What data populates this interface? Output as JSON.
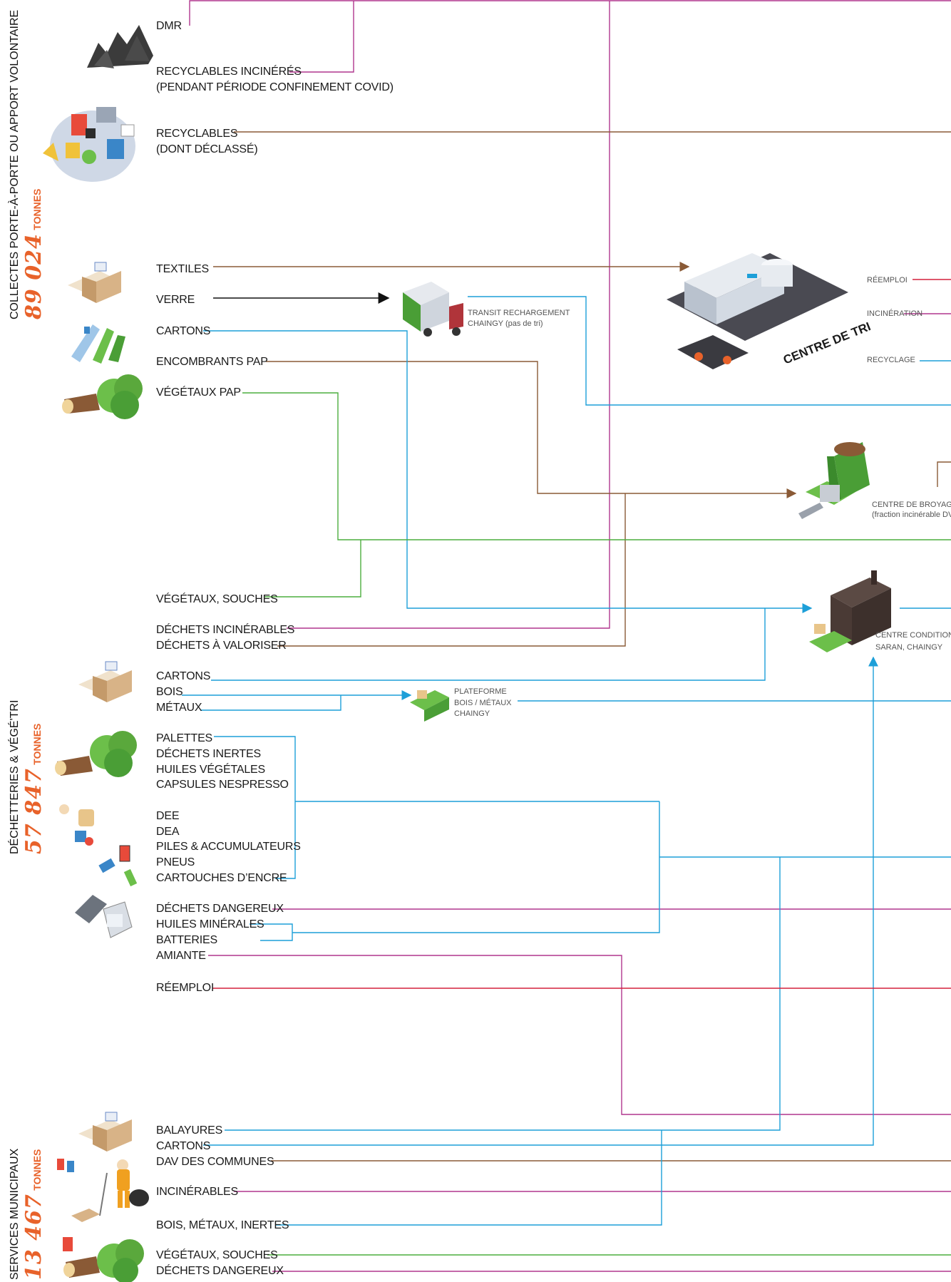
{
  "colors": {
    "magenta": "#b0378e",
    "brown": "#8a5a36",
    "blue": "#1d9fd8",
    "green": "#4cae3f",
    "red": "#d4203c",
    "orange": "#e8622a"
  },
  "sections": {
    "collectes": {
      "title": "COLLECTES PORTE-À-PORTE OU APPORT VOLONTAIRE",
      "amount": "89 024",
      "unit": "TONNES"
    },
    "decheteries": {
      "title": "DÉCHETTERIES & VÉGÉ'TRI",
      "amount": "57 847",
      "unit": "TONNES"
    },
    "services": {
      "title": "SERVICES MUNICIPAUX",
      "amount": "13 467",
      "unit": "TONNES"
    }
  },
  "labels": {
    "dmr": "DMR",
    "recy_incin_1": "RECYCLABLES INCINÉRÉS",
    "recy_incin_2": "(PENDANT PÉRIODE CONFINEMENT COVID)",
    "recyclables_1": "RECYCLABLES",
    "recyclables_2": "(DONT DÉCLASSÉ)",
    "textiles": "TEXTILES",
    "verre": "VERRE",
    "cartons_pap": "CARTONS",
    "encombrants": "ENCOMBRANTS PAP",
    "vegetaux_pap": "VÉGÉTAUX PAP",
    "vegetaux_souches": "VÉGÉTAUX, SOUCHES",
    "dechets_incin": "DÉCHETS INCINÉRABLES",
    "dechets_valo": "DÉCHETS À VALORISER",
    "cartons_dech": "CARTONS",
    "bois": "BOIS",
    "metaux": "MÉTAUX",
    "palettes": "PALETTES",
    "inertes": "DÉCHETS INERTES",
    "huiles_veg": "HUILES VÉGÉTALES",
    "capsules": "CAPSULES NESPRESSO",
    "dee": "DEE",
    "dea": "DEA",
    "piles": "PILES & ACCUMULATEURS",
    "pneus": "PNEUS",
    "cartouches": "CARTOUCHES D’ENCRE",
    "dangereux": "DÉCHETS DANGEREUX",
    "huiles_min": "HUILES MINÉRALES",
    "batteries": "BATTERIES",
    "amiante": "AMIANTE",
    "reemploi": "RÉEMPLOI",
    "balayures": "BALAYURES",
    "cartons_mun": "CARTONS",
    "dav": "DAV DES COMMUNES",
    "incinerables": "INCINÉRABLES",
    "bois_metaux": "BOIS, MÉTAUX, INERTES",
    "veg_mun": "VÉGÉTAUX, SOUCHES",
    "dang_mun": "DÉCHETS DANGEREUX"
  },
  "facilities": {
    "transit_1": "TRANSIT RECHARGEMENT",
    "transit_2": "CHAINGY (pas de tri)",
    "centre_tri": "CENTRE DE TRI",
    "out_reemploi": "RÉEMPLOI",
    "out_incineration": "INCINÉRATION",
    "out_recyclage": "RECYCLAGE",
    "broyage_1": "CENTRE DE BROYAGE",
    "broyage_2": "(fraction incinérable DVD",
    "condi_1": "CENTRE CONDITIONN",
    "condi_2": "SARAN, CHAINGY",
    "plateforme_1": "PLATEFORME",
    "plateforme_2": "BOIS / MÉTAUX",
    "plateforme_3": "CHAINGY"
  },
  "icons": [
    "trash-bags-icon",
    "recyclables-pile-icon",
    "textile-box-icon",
    "glass-bottles-icon",
    "tree-stump-icon",
    "garbage-truck-icon",
    "sorting-plant-icon",
    "shredder-icon",
    "conditioning-plant-icon",
    "conveyor-icon",
    "appliances-icon",
    "batteries-icon",
    "electronics-icon",
    "street-sweeper-icon"
  ]
}
